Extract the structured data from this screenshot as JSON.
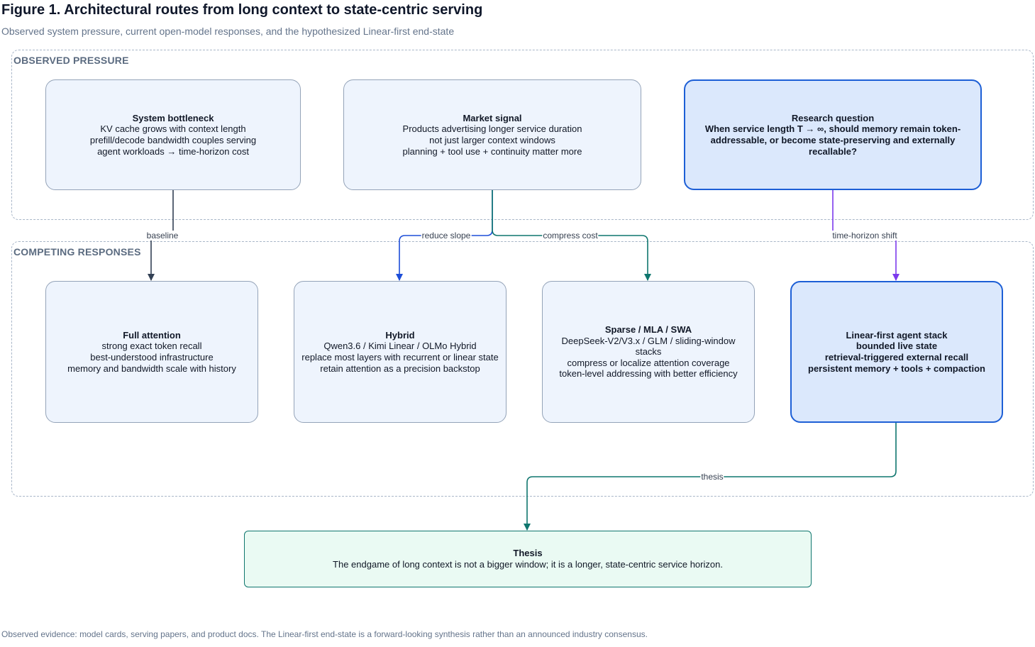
{
  "title": "Figure 1. Architectural routes from long context to state-centric serving",
  "subtitle": "Observed system pressure, current open-model responses, and the hypothesized Linear-first end-state",
  "groups": {
    "observed": "OBSERVED PRESSURE",
    "competing": "COMPETING RESPONSES"
  },
  "nodes": {
    "bottleneck": {
      "title": "System bottleneck",
      "lines": [
        "KV cache grows with context length",
        "prefill/decode bandwidth couples serving",
        "agent workloads → time-horizon cost"
      ]
    },
    "market": {
      "title": "Market signal",
      "lines": [
        "Products advertising longer service duration",
        "not just larger context windows",
        "planning + tool use + continuity matter more"
      ]
    },
    "research": {
      "title": "Research question",
      "lines": [
        "When service length T → ∞, should memory remain token-addressable, or become state-preserving and externally recallable?"
      ]
    },
    "full": {
      "title": "Full attention",
      "lines": [
        "strong exact token recall",
        "best-understood infrastructure",
        "memory and bandwidth scale with history"
      ]
    },
    "hybrid": {
      "title": "Hybrid",
      "lines": [
        "Qwen3.6 / Kimi Linear / OLMo Hybrid",
        "replace most layers with recurrent or linear state",
        "retain attention as a precision backstop"
      ]
    },
    "sparse": {
      "title": "Sparse / MLA / SWA",
      "lines": [
        "DeepSeek-V2/V3.x / GLM / sliding-window stacks",
        "compress or localize attention coverage",
        "token-level addressing with better efficiency"
      ]
    },
    "linear": {
      "title": "Linear-first agent stack",
      "lines": [
        "bounded live state",
        "retrieval-triggered external recall",
        "persistent memory + tools + compaction"
      ]
    },
    "thesis": {
      "title": "Thesis",
      "lines": [
        "The endgame of long context is not a bigger window; it is a longer, state-centric service horizon."
      ]
    }
  },
  "edges": [
    {
      "id": "baseline",
      "label": "baseline",
      "color": "#334155"
    },
    {
      "id": "reduce",
      "label": "reduce slope",
      "color": "#1d4ed8"
    },
    {
      "id": "compress",
      "label": "compress cost",
      "color": "#0f766e"
    },
    {
      "id": "horizon",
      "label": "time-horizon shift",
      "color": "#7c3aed"
    },
    {
      "id": "thesis",
      "label": "thesis",
      "color": "#0f766e"
    }
  ],
  "colors": {
    "node_fill": "#eef4fd",
    "node_border": "#94a3b8",
    "highlight_fill": "#dbe8fc",
    "highlight_border": "#1d5fd6",
    "thesis_fill": "#eafaf3",
    "thesis_border": "#0f766e",
    "group_border": "#a8b6c8"
  },
  "footer": "Observed evidence: model cards, serving papers, and product docs. The Linear-first end-state is a forward-looking synthesis rather than an announced industry consensus."
}
